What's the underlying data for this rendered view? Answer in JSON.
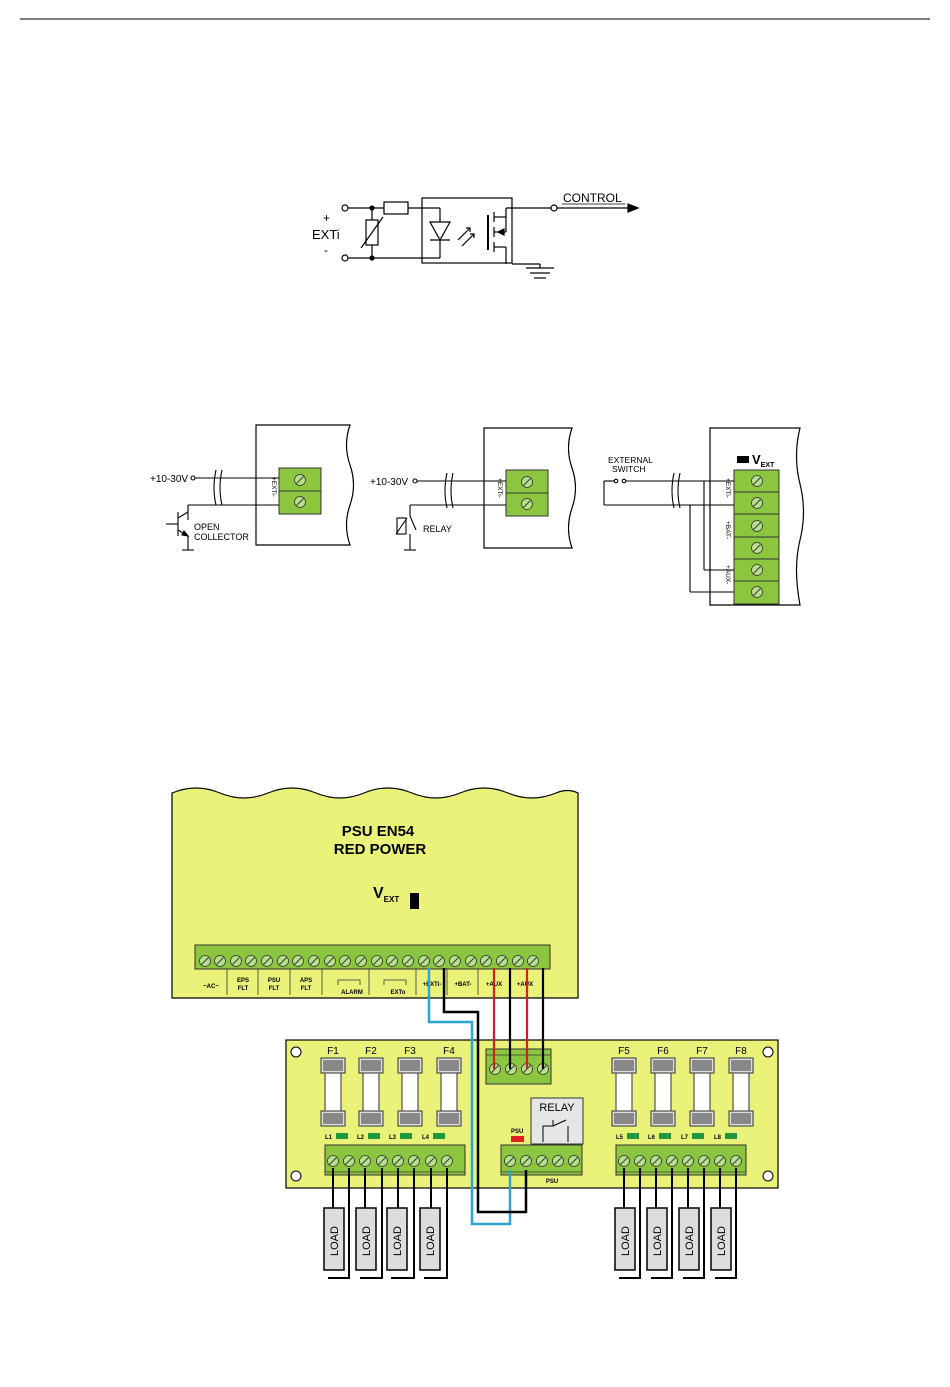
{
  "opto": {
    "plus": "+",
    "name": "EXTi",
    "minus": "-",
    "output": "CONTROL"
  },
  "examples": {
    "voltage": "+10-30V",
    "open_collector_1": "OPEN",
    "open_collector_2": "COLLECTOR",
    "relay": "RELAY",
    "terminal_exti": "+EXTi-",
    "ext_switch_1": "EXTERNAL",
    "ext_switch_2": "SWITCH",
    "vext": "V",
    "vext_sub": "EXT",
    "term_exti": "+EXTi-",
    "term_bat": "+BAT-",
    "term_aux": "+AUX-"
  },
  "psu": {
    "title1": "PSU EN54",
    "title2": "RED POWER",
    "vext": "V",
    "vext_sub": "EXT",
    "labels": [
      "~AC~",
      "EPS",
      "FLT",
      "PSU",
      "FLT",
      "APS",
      "FLT",
      "ALARM",
      "EXTo",
      "+EXTi-",
      "+BAT-",
      "+AUX",
      "+AUX"
    ]
  },
  "board": {
    "fuses_left": [
      "F1",
      "F2",
      "F3",
      "F4"
    ],
    "fuses_right": [
      "F5",
      "F6",
      "F7",
      "F8"
    ],
    "leds_left": [
      "L1",
      "L2",
      "L3",
      "L4"
    ],
    "leds_right": [
      "L5",
      "L6",
      "L7",
      "L8"
    ],
    "psu_led": "PSU",
    "relay": "RELAY",
    "psu_label": "PSU",
    "load": "LOAD"
  },
  "colors": {
    "board": "#eaf27a",
    "terminal": "#8cc63f",
    "led_green": "#1e9a3c",
    "led_red": "#e02020",
    "wire_red": "#d21f1f",
    "wire_blue": "#2aa6d6"
  }
}
